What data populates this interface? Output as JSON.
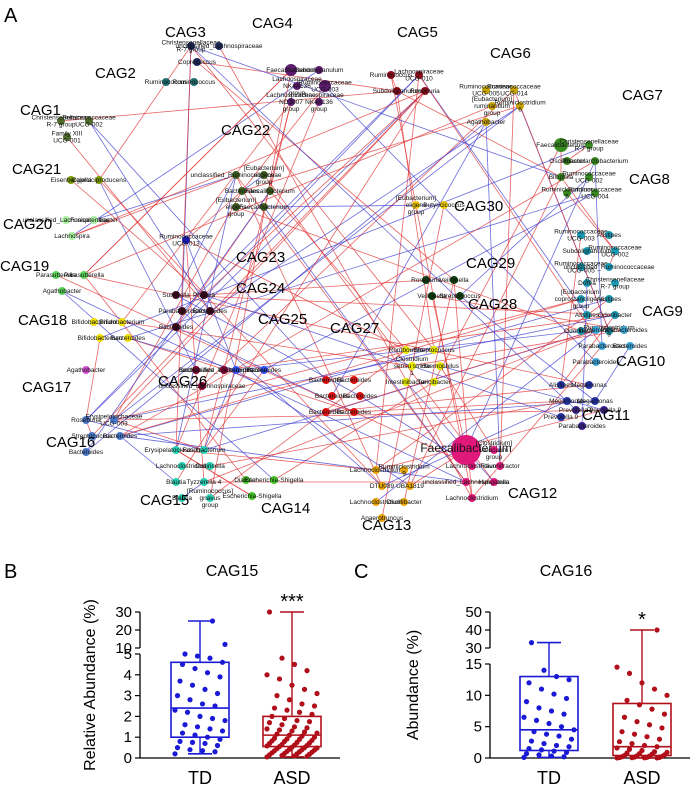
{
  "panels": {
    "A": "A",
    "B": "B",
    "C": "C"
  },
  "network": {
    "cag_labels": [
      "CAG1",
      "CAG2",
      "CAG3",
      "CAG4",
      "CAG5",
      "CAG6",
      "CAG7",
      "CAG8",
      "CAG9",
      "CAG10",
      "CAG11",
      "CAG12",
      "CAG13",
      "CAG14",
      "CAG15",
      "CAG16",
      "CAG17",
      "CAG18",
      "CAG19",
      "CAG20",
      "CAG21",
      "CAG22",
      "CAG23",
      "CAG24",
      "CAG25",
      "CAG26",
      "CAG27",
      "CAG28",
      "CAG29",
      "CAG30"
    ],
    "node_colors": {
      "CAG1": "#4f6b2a",
      "CAG2": "#1f6f6f",
      "CAG3": "#1b2a5a",
      "CAG4": "#5b1c6e",
      "CAG5": "#8b0b1a",
      "CAG6": "#c9a300",
      "CAG7": "#3a8a22",
      "CAG8": "#1a9bb5",
      "CAG9": "#3aa3d6",
      "CAG10": "#2433a8",
      "CAG11": "#3a1f8a",
      "CAG12": "#e0187a",
      "CAG13": "#e8a400",
      "CAG14": "#46c928",
      "CAG15": "#27d1b5",
      "CAG16": "#4a78c8",
      "CAG17": "#d24fd2",
      "CAG18": "#f0e000",
      "CAG19": "#5ad65a",
      "CAG20": "#a8f0a0",
      "CAG21": "#7a9a00",
      "CAG22": "#3d5c20",
      "CAG23": "#1a1ab0",
      "CAG24": "#3a0a1a",
      "CAG25": "#3050ff",
      "CAG26": "#7a0030",
      "CAG27": "#e01010",
      "CAG28": "#e6e600",
      "CAG29": "#0d3d0d",
      "CAG30": "#f0c800"
    },
    "edge_colors": {
      "positive": "#e03030",
      "negative": "#3a3ad0"
    },
    "nodes": [
      {
        "label": "Christensenellaceae\nR-7 group",
        "group": "CAG3"
      },
      {
        "label": "unclassified_Lachnospiraceae",
        "group": "CAG3"
      },
      {
        "label": "Coprococcus",
        "group": "CAG3"
      },
      {
        "label": "Faecalibacterium",
        "group": "CAG4"
      },
      {
        "label": "Subdoligranulum",
        "group": "CAG4"
      },
      {
        "label": "Lachnospiraceae\nNK4A136\ngroup",
        "group": "CAG4"
      },
      {
        "label": "Ruminococcaceae\nUCG-003",
        "group": "CAG4"
      },
      {
        "label": "Lachnospiraceae\nND3007\ngroup",
        "group": "CAG4"
      },
      {
        "label": "Lachnospiraceae\nNK4A136\ngroup",
        "group": "CAG4"
      },
      {
        "label": "Ruminococcus",
        "group": "CAG5"
      },
      {
        "label": "Lachnospiraceae\nUCG-010",
        "group": "CAG5"
      },
      {
        "label": "Subdoligranulum",
        "group": "CAG5"
      },
      {
        "label": "Roseburia",
        "group": "CAG5"
      },
      {
        "label": "Ruminococcaceae\nUCG-005",
        "group": "CAG6"
      },
      {
        "label": "Ruminococcaceae\nUCG-014",
        "group": "CAG6"
      },
      {
        "label": "[Eubacterium]\nruminantium\ngroup",
        "group": "CAG6"
      },
      {
        "label": "Ruminiclostridium\n6",
        "group": "CAG6"
      },
      {
        "label": "Agathobacter",
        "group": "CAG6"
      },
      {
        "label": "Faecalibacterium",
        "group": "CAG7"
      },
      {
        "label": "Christensenellaceae\nR-7 group",
        "group": "CAG7"
      },
      {
        "label": "Oscillibacter",
        "group": "CAG7"
      },
      {
        "label": "Phascolarctobacterium",
        "group": "CAG7"
      },
      {
        "label": "Bilophila",
        "group": "CAG7"
      },
      {
        "label": "Ruminococcaceae\nUCG-002",
        "group": "CAG7"
      },
      {
        "label": "Ruminiclostridium\n5",
        "group": "CAG7"
      },
      {
        "label": "Ruminococcaceae\nUCG-004",
        "group": "CAG7"
      },
      {
        "label": "Ruminococcus",
        "group": "CAG2"
      },
      {
        "label": "Ruminococcus",
        "group": "CAG2"
      },
      {
        "label": "Christensenellaceae\nR-7 group",
        "group": "CAG1"
      },
      {
        "label": "Ruminococcaceae\nUCG-002",
        "group": "CAG1"
      },
      {
        "label": "Family XIII\nUCG-001",
        "group": "CAG1"
      },
      {
        "label": "unclassified_Ruminococcaceae",
        "group": "CAG22"
      },
      {
        "label": "[Eubacterium]\neligens\ngroup",
        "group": "CAG22"
      },
      {
        "label": "Bacteroides",
        "group": "CAG22"
      },
      {
        "label": "Faecalibacterium",
        "group": "CAG22"
      },
      {
        "label": "[Eubacterium]\neligens\ngroup",
        "group": "CAG22"
      },
      {
        "label": "Faecalibacterium",
        "group": "CAG22"
      },
      {
        "label": "Eisenbergiella",
        "group": "CAG21"
      },
      {
        "label": "Caproiciproducens",
        "group": "CAG21"
      },
      {
        "label": "unclassified_Lachnospiraceae",
        "group": "CAG20"
      },
      {
        "label": "Fusicatenibacter",
        "group": "CAG20"
      },
      {
        "label": "Lachnospira",
        "group": "CAG20"
      },
      {
        "label": "Ruminococcaceae\nUCG-013",
        "group": "CAG23"
      },
      {
        "label": "Parasutterella",
        "group": "CAG19"
      },
      {
        "label": "Parasutterella",
        "group": "CAG19"
      },
      {
        "label": "Agathobacter",
        "group": "CAG19"
      },
      {
        "label": "Sutterella",
        "group": "CAG24"
      },
      {
        "label": "Phocea",
        "group": "CAG24"
      },
      {
        "label": "Parabacteroides",
        "group": "CAG24"
      },
      {
        "label": "Bifidobacterium",
        "group": "CAG18"
      },
      {
        "label": "Bifidobacterium",
        "group": "CAG18"
      },
      {
        "label": "Bifidobacterium",
        "group": "CAG18"
      },
      {
        "label": "Bacteroides",
        "group": "CAG18"
      },
      {
        "label": "Bacteroides",
        "group": "CAG24"
      },
      {
        "label": "Bacteroides",
        "group": "CAG24"
      },
      {
        "label": "Bacteroides",
        "group": "CAG26"
      },
      {
        "label": "Bacteroides",
        "group": "CAG25"
      },
      {
        "label": "Bacteroides",
        "group": "CAG25"
      },
      {
        "label": "Agathobacter",
        "group": "CAG17"
      },
      {
        "label": "Roseburia",
        "group": "CAG16"
      },
      {
        "label": "Erysipelotrichaceae\nUCG-003",
        "group": "CAG16"
      },
      {
        "label": "Streptococcus",
        "group": "CAG16"
      },
      {
        "label": "Bacteroides",
        "group": "CAG16"
      },
      {
        "label": "Bacteroides",
        "group": "CAG16"
      },
      {
        "label": "unclassified_Lachnospiraceae",
        "group": "CAG26"
      },
      {
        "label": "unclassified_Lachnospiraceae",
        "group": "CAG26"
      },
      {
        "label": "Erysipelatoclostridium",
        "group": "CAG15"
      },
      {
        "label": "Fusobacterium",
        "group": "CAG15"
      },
      {
        "label": "Lachnoclostridium",
        "group": "CAG15"
      },
      {
        "label": "Collinsella",
        "group": "CAG15"
      },
      {
        "label": "Blautia",
        "group": "CAG15"
      },
      {
        "label": "Tyzzerella 4",
        "group": "CAG15"
      },
      {
        "label": "Blautia",
        "group": "CAG15"
      },
      {
        "label": "[Ruminococcus]\ngnavus\ngroup",
        "group": "CAG15"
      },
      {
        "label": "Dialister",
        "group": "CAG14"
      },
      {
        "label": "Escherichia-Shigella",
        "group": "CAG14"
      },
      {
        "label": "Escherichia-Shigella",
        "group": "CAG14"
      },
      {
        "label": "Bacteroides",
        "group": "CAG27"
      },
      {
        "label": "Bacteroides",
        "group": "CAG27"
      },
      {
        "label": "Bacteroides",
        "group": "CAG27"
      },
      {
        "label": "Bacteroides",
        "group": "CAG27"
      },
      {
        "label": "Bacteroides",
        "group": "CAG27"
      },
      {
        "label": "Bacteroides",
        "group": "CAG27"
      },
      {
        "label": "Romboutsia",
        "group": "CAG28"
      },
      {
        "label": "Streptococcus",
        "group": "CAG28"
      },
      {
        "label": "Clostridium\nsensu stricto\n1",
        "group": "CAG28"
      },
      {
        "label": "Haemophilus",
        "group": "CAG28"
      },
      {
        "label": "Intestinibacter",
        "group": "CAG28"
      },
      {
        "label": "Turicibacter",
        "group": "CAG28"
      },
      {
        "label": "Lachnoclostridium",
        "group": "CAG13"
      },
      {
        "label": "Ruminiclostridium\n9",
        "group": "CAG13"
      },
      {
        "label": "DTU089",
        "group": "CAG13"
      },
      {
        "label": "UBA1819",
        "group": "CAG13"
      },
      {
        "label": "Lachnoclostridium",
        "group": "CAG13"
      },
      {
        "label": "Oscillibacter",
        "group": "CAG13"
      },
      {
        "label": "Anaerotruncus",
        "group": "CAG13"
      },
      {
        "label": "Faecalibacterium",
        "group": "CAG12"
      },
      {
        "label": "[Clostridium]\ninnocuum\ngroup",
        "group": "CAG12"
      },
      {
        "label": "Lachnoclostridium",
        "group": "CAG12"
      },
      {
        "label": "Flavonifractor",
        "group": "CAG12"
      },
      {
        "label": "unclassified_Lachnospiraceae",
        "group": "CAG12"
      },
      {
        "label": "Hungatella",
        "group": "CAG12"
      },
      {
        "label": "Lachnoclostridium",
        "group": "CAG12"
      },
      {
        "label": "[Eubacterium]\neligens\ngroup",
        "group": "CAG30"
      },
      {
        "label": "Butyricicoccus",
        "group": "CAG30"
      },
      {
        "label": "Roseburia",
        "group": "CAG29"
      },
      {
        "label": "Veillonella",
        "group": "CAG29"
      },
      {
        "label": "Veillonella",
        "group": "CAG29"
      },
      {
        "label": "Streptococcus",
        "group": "CAG29"
      },
      {
        "label": "Ruminococcaceae\nUCG-003",
        "group": "CAG8"
      },
      {
        "label": "Alistipes",
        "group": "CAG8"
      },
      {
        "label": "Subdoligranulum",
        "group": "CAG8"
      },
      {
        "label": "Ruminococcaceae\nUCG-002",
        "group": "CAG8"
      },
      {
        "label": "Ruminococcaceae\nUCG-005",
        "group": "CAG8"
      },
      {
        "label": "unclassified_Ruminococcaceae",
        "group": "CAG8"
      },
      {
        "label": "Dorea",
        "group": "CAG8"
      },
      {
        "label": "Christensenellaceae\nR-7 group",
        "group": "CAG8"
      },
      {
        "label": "[Eubacterium]\ncoprostanoligenes\ngroup",
        "group": "CAG8"
      },
      {
        "label": "Alistipes",
        "group": "CAG8"
      },
      {
        "label": "Alistipes",
        "group": "CAG8"
      },
      {
        "label": "Odoribacter",
        "group": "CAG8"
      },
      {
        "label": "Odoribacter",
        "group": "CAG8"
      },
      {
        "label": "Ruminiclostridium\n9",
        "group": "CAG8"
      },
      {
        "label": "Bacteroides",
        "group": "CAG9"
      },
      {
        "label": "Parabacteroides",
        "group": "CAG9"
      },
      {
        "label": "Parabacteroides",
        "group": "CAG9"
      },
      {
        "label": "Bacteroides",
        "group": "CAG9"
      },
      {
        "label": "Parabacteroides",
        "group": "CAG9"
      },
      {
        "label": "Alistipes",
        "group": "CAG10"
      },
      {
        "label": "Megamonas",
        "group": "CAG10"
      },
      {
        "label": "Megamonas",
        "group": "CAG10"
      },
      {
        "label": "Megamonas",
        "group": "CAG10"
      },
      {
        "label": "Prevotella 9",
        "group": "CAG10"
      },
      {
        "label": "Prevotella 9",
        "group": "CAG11"
      },
      {
        "label": "Prevotella 9",
        "group": "CAG11"
      },
      {
        "label": "Parabacteroides",
        "group": "CAG11"
      }
    ]
  },
  "chart_data": [
    {
      "type": "box",
      "panel": "B",
      "title": "CAG15",
      "ylabel": "Relative Abundance (%)",
      "categories": [
        "TD",
        "ASD"
      ],
      "y_axis_lower": {
        "range": [
          0,
          5
        ],
        "ticks": [
          0,
          1,
          2,
          3,
          4,
          5
        ]
      },
      "y_axis_upper": {
        "range": [
          10,
          30
        ],
        "ticks": [
          10,
          20,
          30
        ]
      },
      "significance": {
        "category": "ASD",
        "label": "***"
      },
      "series": [
        {
          "name": "TD",
          "color": "#1a1ad6",
          "min": 0.2,
          "q1": 1.0,
          "median": 2.4,
          "q3": 4.6,
          "max": 25,
          "points": [
            0.2,
            0.3,
            0.35,
            0.4,
            0.5,
            0.6,
            0.7,
            0.75,
            0.8,
            0.9,
            1.0,
            1.1,
            1.2,
            1.3,
            1.4,
            1.5,
            1.6,
            1.8,
            1.9,
            2.0,
            2.2,
            2.3,
            2.5,
            2.6,
            2.8,
            3.0,
            3.1,
            3.3,
            3.5,
            3.7,
            3.9,
            4.1,
            4.3,
            4.5,
            4.6,
            4.8,
            4.9,
            5.0,
            12,
            25
          ]
        },
        {
          "name": "ASD",
          "color": "#b00f1a",
          "min": 0.05,
          "q1": 0.55,
          "median": 1.1,
          "q3": 2.0,
          "max": 30,
          "points": [
            0.05,
            0.08,
            0.1,
            0.12,
            0.15,
            0.18,
            0.2,
            0.22,
            0.25,
            0.28,
            0.3,
            0.32,
            0.35,
            0.38,
            0.4,
            0.42,
            0.45,
            0.48,
            0.5,
            0.52,
            0.55,
            0.58,
            0.6,
            0.62,
            0.65,
            0.7,
            0.72,
            0.75,
            0.8,
            0.82,
            0.85,
            0.9,
            0.92,
            0.95,
            1.0,
            1.05,
            1.1,
            1.15,
            1.2,
            1.25,
            1.3,
            1.35,
            1.4,
            1.45,
            1.5,
            1.6,
            1.7,
            1.75,
            1.8,
            1.9,
            2.0,
            2.1,
            2.2,
            2.3,
            2.4,
            2.5,
            2.6,
            2.8,
            3.0,
            3.1,
            3.3,
            3.5,
            3.8,
            4.0,
            4.2,
            4.5,
            4.8,
            30
          ]
        }
      ]
    },
    {
      "type": "box",
      "panel": "C",
      "title": "CAG16",
      "ylabel": "Abundance (%)",
      "categories": [
        "TD",
        "ASD"
      ],
      "y_axis_lower": {
        "range": [
          0,
          15
        ],
        "ticks": [
          0,
          5,
          10,
          15
        ]
      },
      "y_axis_upper": {
        "range": [
          30,
          50
        ],
        "ticks": [
          30,
          40,
          50
        ]
      },
      "significance": {
        "category": "ASD",
        "label": "*"
      },
      "series": [
        {
          "name": "TD",
          "color": "#1a1ad6",
          "min": 0.1,
          "q1": 1.2,
          "median": 4.5,
          "q3": 13,
          "max": 33,
          "points": [
            0.1,
            0.2,
            0.3,
            0.5,
            0.7,
            0.9,
            1.1,
            1.3,
            1.5,
            1.8,
            2.0,
            2.3,
            2.7,
            3.0,
            3.5,
            3.8,
            4.2,
            4.5,
            5.0,
            5.5,
            6.0,
            6.5,
            7.0,
            7.5,
            8.0,
            9.0,
            9.5,
            10.2,
            11.0,
            12.0,
            12.5,
            13.0,
            14.0,
            33
          ]
        },
        {
          "name": "ASD",
          "color": "#b00f1a",
          "min": 0.01,
          "q1": 0.4,
          "median": 1.8,
          "q3": 8.7,
          "max": 40,
          "points": [
            0.01,
            0.02,
            0.03,
            0.05,
            0.07,
            0.1,
            0.12,
            0.15,
            0.2,
            0.25,
            0.3,
            0.35,
            0.4,
            0.5,
            0.6,
            0.7,
            0.8,
            0.9,
            1.0,
            1.2,
            1.4,
            1.6,
            1.8,
            2.0,
            2.3,
            2.6,
            3.0,
            3.4,
            3.8,
            4.2,
            4.8,
            5.3,
            5.8,
            6.5,
            7.0,
            7.8,
            8.5,
            9.2,
            10.0,
            11.0,
            12.0,
            13.5,
            14.5,
            40
          ]
        }
      ]
    }
  ]
}
